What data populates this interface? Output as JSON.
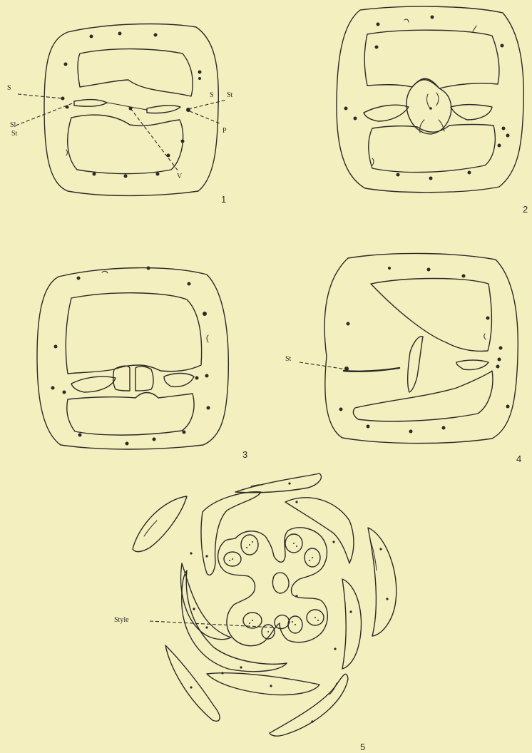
{
  "figures": [
    {
      "number": "1",
      "labels": {
        "s_left": "S",
        "sl": "Sl",
        "st_left": "St",
        "s_right": "S",
        "st_right": "St",
        "p": "P",
        "v": "V"
      }
    },
    {
      "number": "2"
    },
    {
      "number": "3"
    },
    {
      "number": "4",
      "labels": {
        "st": "St"
      }
    },
    {
      "number": "5",
      "labels": {
        "style": "Style"
      }
    }
  ]
}
